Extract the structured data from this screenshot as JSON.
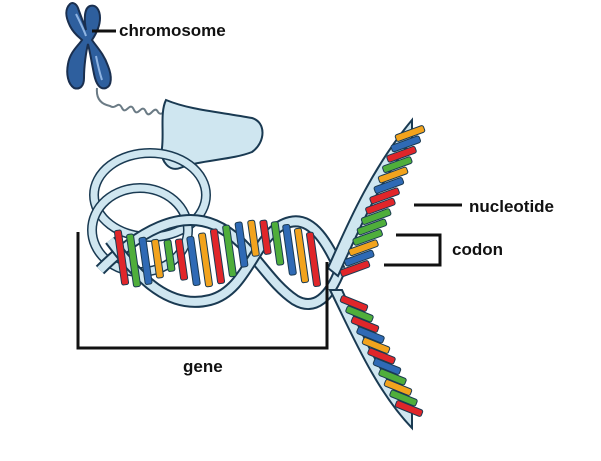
{
  "labels": {
    "chromosome": "chromosome",
    "nucleotide": "nucleotide",
    "codon": "codon",
    "gene": "gene"
  },
  "colors": {
    "chromosome_fill": "#2e5f9e",
    "chromosome_outline": "#1a2f4f",
    "backbone_fill": "#cfe6f0",
    "backbone_outline": "#1a3a52",
    "base_red": "#e0262a",
    "base_green": "#4fae3b",
    "base_blue": "#2f6ab5",
    "base_orange": "#f2a31d",
    "label_line": "#111111"
  },
  "base_color_sequence_left": [
    "red",
    "green",
    "blue",
    "orange",
    "green",
    "red",
    "blue",
    "orange",
    "red",
    "green",
    "blue",
    "orange",
    "red",
    "green",
    "blue",
    "orange",
    "red",
    "green"
  ],
  "base_color_sequence_upper": [
    "red",
    "blue",
    "orange",
    "green",
    "green",
    "green",
    "red",
    "red",
    "blue",
    "orange",
    "green",
    "red",
    "blue",
    "orange"
  ],
  "base_color_sequence_lower": [
    "red",
    "green",
    "red",
    "blue",
    "orange",
    "red",
    "blue",
    "green",
    "orange",
    "green",
    "red"
  ]
}
